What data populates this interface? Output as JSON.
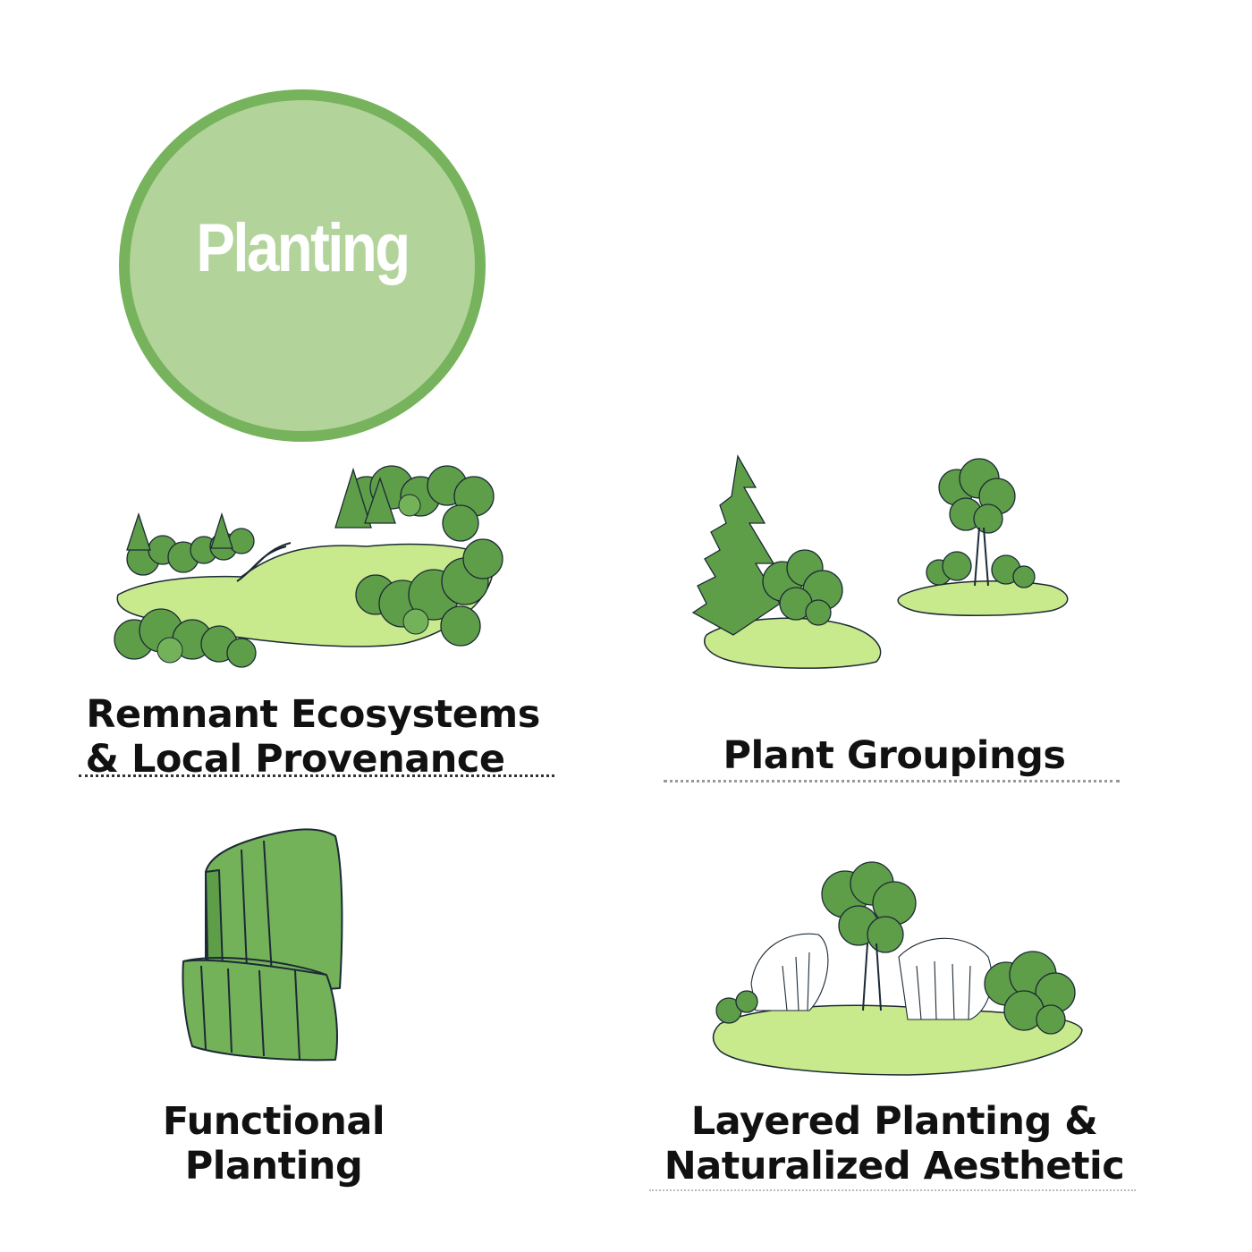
{
  "title": "Planting",
  "colors": {
    "badge_fill": "#b2d39a",
    "badge_ring": "#76b35c",
    "foliage_dark": "#5f9e48",
    "foliage_mid": "#74b25a",
    "ground_light": "#c8ea8c",
    "ink": "#1c2a36"
  },
  "cards": [
    {
      "lines": [
        "Remnant Ecosystems",
        "& Local Provenance"
      ],
      "illustration": "remnant-ecosystem-sketch"
    },
    {
      "lines": [
        "Plant Groupings"
      ],
      "illustration": "plant-groupings-sketch"
    },
    {
      "lines": [
        "Functional",
        "Planting"
      ],
      "illustration": "hedge-sketch"
    },
    {
      "lines": [
        "Layered Planting &",
        "Naturalized Aesthetic"
      ],
      "illustration": "layered-planting-sketch"
    }
  ]
}
